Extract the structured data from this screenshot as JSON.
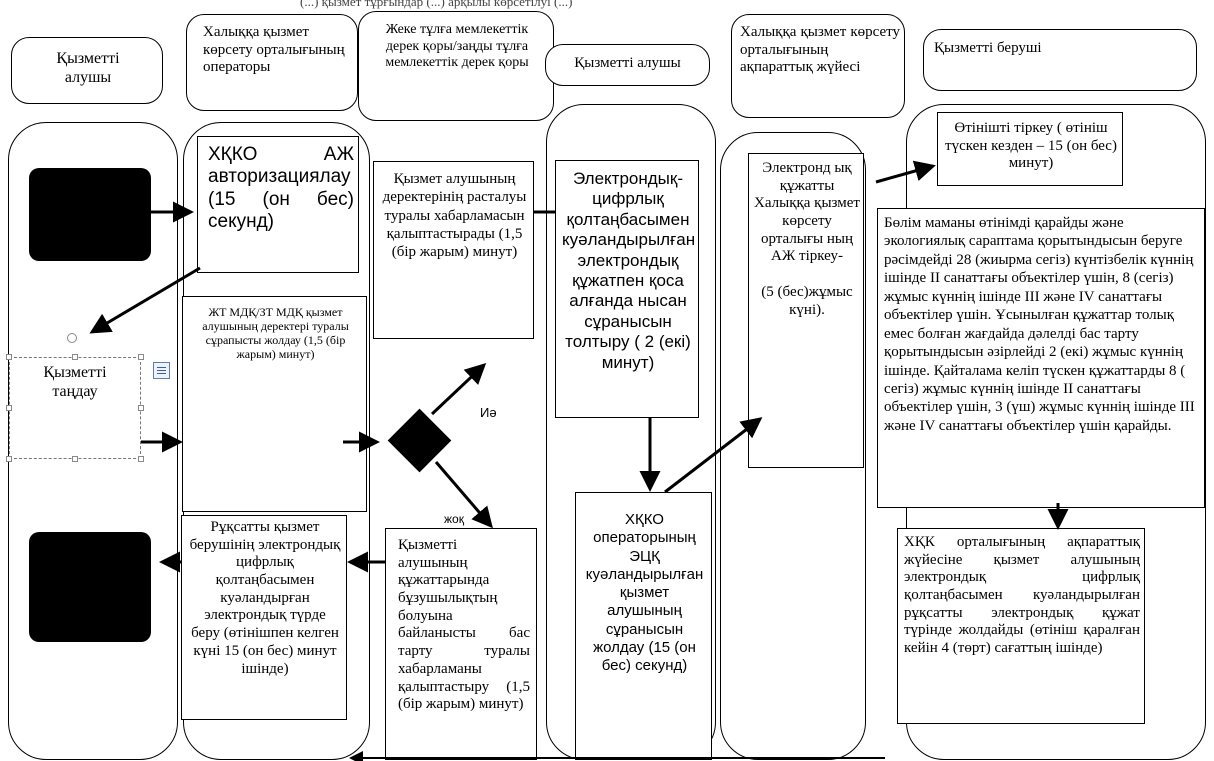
{
  "header_snippet": "(...) қызмет тұрғындар (...) арқылы көрсетілуі (...)",
  "headers": {
    "col1": "Қызметті алушы",
    "col2": "Халыққа қызмет көрсету орталығының операторы",
    "col3": "Жеке тұлға мемлекеттік дерек қоры/заңды тұлға мемлекеттік дерек қоры",
    "col4": "Қызметті алушы",
    "col5": "Халыққа қызмет көрсету орталығының ақпараттық жүйесі",
    "col6": "Қызметті беруші"
  },
  "boxes": {
    "auth": "ХҚКО АЖ авторизациялау (15 (он бес) секунд)",
    "choose": "Қызметті таңдау",
    "request_send": "ЖТ МДҚ/ЗТ МДҚ қызмет алушының деректері туралы сұрапысты жолдау (1,5 (бір жарым) минут)",
    "confirm_msg": "Қызмет алушының деректерінің расталуы туралы хабарламасын қалыптастырады (1,5 (бір жарым) минут)",
    "yes_label": "Иә",
    "no_label": "жоқ",
    "refusal_msg": "Қызметті алушының құжаттарында бұзушылықтың болуына байланысты бас тарту туралы хабарламаны қалыптастыру (1,5 (бір жарым) минут)",
    "issue": "Рұқсатты қызмет берушінің электрондық цифрлық қолтаңбасымен куәландырған электрондық түрде беру (өтінішпен келген күні 15 (он бес) минут ішінде)",
    "fill_form": "Электрондық-цифрлық қолтаңбасымен куәландырылған электрондық құжатпен қоса алғанда нысан сұранысын толтыру ( 2 (екі) минут)",
    "operator_send": "ХҚКО операторының ЭЦҚ куәландырылған қызмет алушының сұранысын жолдау (15 (он бес) секунд)",
    "registration_is": "Электронд ық құжатты Халыққа қызмет көрсету орталығы ның АЖ тіркеу-\n\n(5 (бес)жұмыс күні).",
    "register_app": "Өтінішті тіркеу ( өтініш түскен кезден – 15 (он бес) минут)",
    "review": "Бөлім маманы өтінімді қарайды және экологиялық сараптама қорытындысын беруге рәсімдейді 28 (жиырма сегіз) күнтізбелік күннің ішінде II санаттағы объектілер үшін, 8 (сегіз) жұмыс күннің ішінде III және IV санаттағы объектілер үшін. Ұсынылған құжаттар толық емес болған жағдайда дәлелді бас тарту қорытындысын әзірлейді 2 (екі) жұмыс күннің ішінде. Қайталама келіп түскен құжаттарды 8 ( сегіз) жұмыс күннің ішінде II санаттағы объектілер үшін, 3 (үш) жұмыс күннің ішінде III және IV санаттағы объектілер үшін қарайды.",
    "send_permit": "ХҚК орталығының ақпараттық жүйесіне қызмет алушының электрондық цифрлық қолтаңбасымен куәландырылған рұқсатты электрондық құжат түрінде жолдайды (өтініш қаралған кейін 4 (төрт) сағаттың ішінде)"
  }
}
